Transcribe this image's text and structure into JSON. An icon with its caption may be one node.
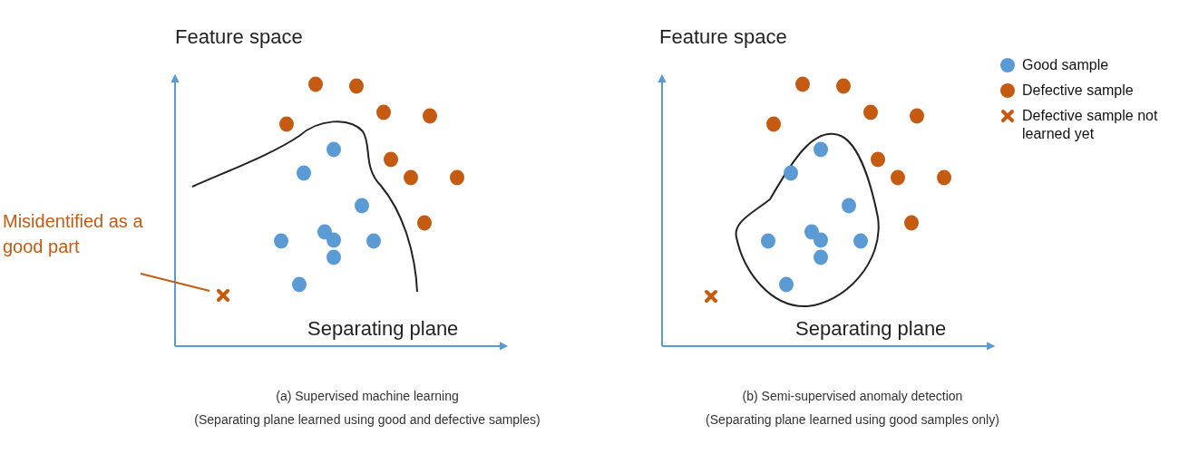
{
  "diagram": {
    "nodes": [
      {
        "text": [
          "Misidentified as a good part"
        ]
      },
      {
        "text": [],
        "shape": "cross"
      }
    ],
    "edges": [
      {
        "from": 0,
        "to": 1,
        "arrow": "none",
        "color": "#c55a11"
      }
    ],
    "labels": [
      "Feature space",
      "Feature space",
      "Separating plane",
      "Separating plane",
      "(a) Supervised machine learning",
      "(Separating plane learned using good and defective samples)",
      "(b) Semi-supervised anomaly detection",
      "(Separating plane learned using good samples only)"
    ],
    "legend": [
      {
        "text": "Good sample",
        "color": "#5b9bd5"
      },
      {
        "text": "Defective sample",
        "color": "#c55a11"
      },
      {
        "text": "Defective sample not learned yet"
      }
    ]
  }
}
